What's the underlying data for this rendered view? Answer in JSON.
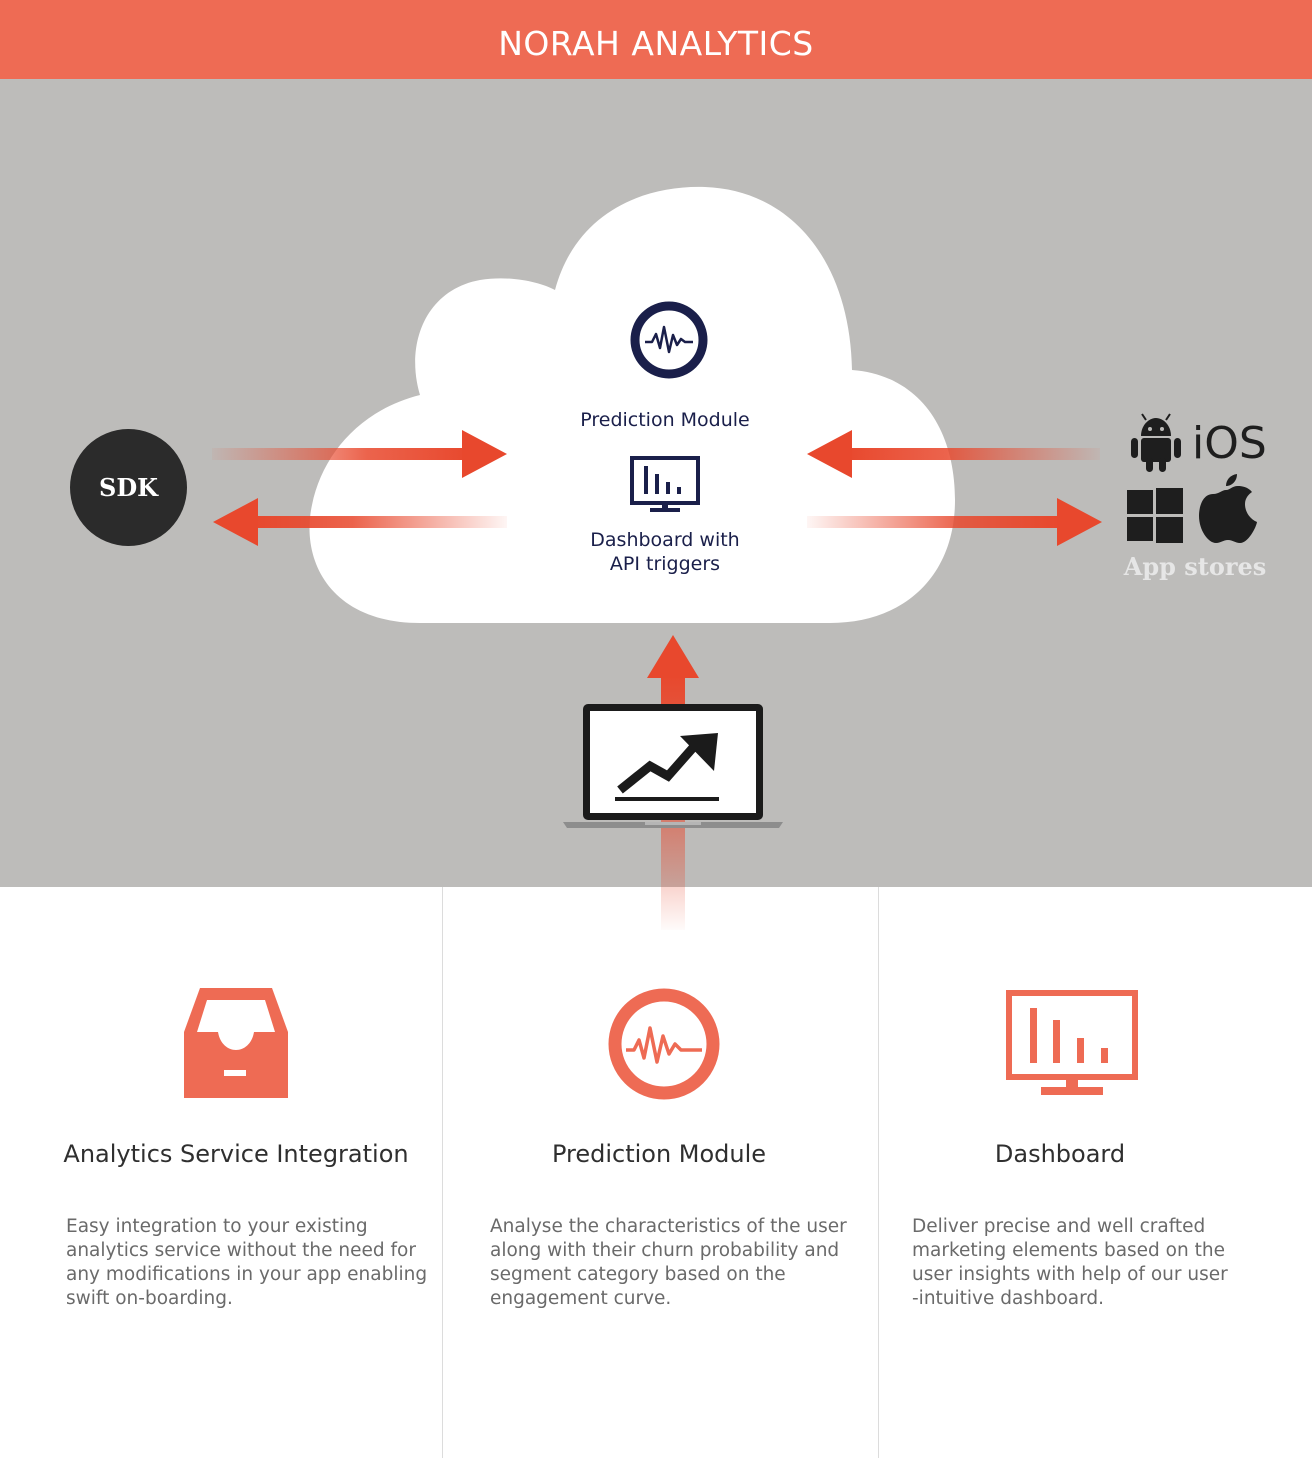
{
  "header": {
    "title": "NORAH ANALYTICS"
  },
  "diagram": {
    "sdk_label": "SDK",
    "cloud": {
      "prediction_label": "Prediction Module",
      "dashboard_label_line1": "Dashboard with",
      "dashboard_label_line2": "API triggers"
    },
    "stores": {
      "ios_label": "iOS",
      "label": "App stores",
      "icons": [
        "android-icon",
        "windows-icon",
        "apple-icon"
      ]
    }
  },
  "features": [
    {
      "icon": "inbox-tray-icon",
      "title": "Analytics Service Integration",
      "desc_lines": [
        "Easy integration to your existing",
        "analytics service without the need for",
        "any modifications in your app enabling",
        "swift on-boarding."
      ]
    },
    {
      "icon": "pulse-gauge-icon",
      "title": "Prediction Module",
      "desc_lines": [
        "Analyse the characteristics of the user",
        "along with their churn probability and",
        "segment category based on the",
        "engagement curve."
      ]
    },
    {
      "icon": "monitor-chart-icon",
      "title": "Dashboard",
      "desc_lines": [
        "Deliver precise and well crafted",
        "marketing elements based on the",
        "user insights with help of our user",
        "-intuitive dashboard."
      ]
    }
  ],
  "colors": {
    "accent": "#ee6b54",
    "hero_bg": "#bdbcba",
    "navy": "#1a1f4a",
    "arrow": "#e8482d"
  }
}
